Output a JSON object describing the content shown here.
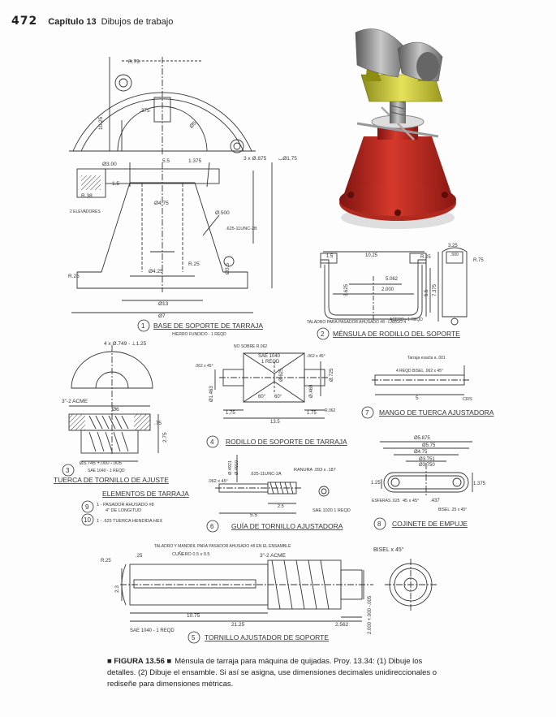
{
  "header": {
    "page_number": "472",
    "chapter": "Capítulo 13",
    "chapter_title": "Dibujos de trabajo"
  },
  "part1": {
    "dims": [
      "R.75",
      ".375",
      "10.25",
      "Ø5",
      "Ø3.00",
      "5.5",
      "1.375",
      "3 x Ø.875",
      "⌴Ø1.75",
      "1.5",
      "R.38",
      "2 ELEVADORES",
      "Ø4.75",
      "Ø.500",
      ".625-11UNC-2B",
      "Ø3.5",
      "Ø4.25",
      "R.25",
      "R.25",
      "Ø13",
      "Ø7"
    ],
    "label": "BASE DE SOPORTE DE TARRAJA",
    "sublabel": "HIERRO FUNDIDO - 1 REQD",
    "number": "1"
  },
  "part2": {
    "dims": [
      "1.5",
      "10.25",
      "R.25",
      "3.25",
      ".500",
      "R.75",
      "5.062",
      "2.000",
      "3.625",
      "5.5",
      "7.375"
    ],
    "notes": [
      "TALADRO PARA PASADOR AHUSADO #8 - LARGO 4",
      "ACERO - 1 REQD"
    ],
    "label": "MÉNSULA DE RODILLO DEL SOPORTE",
    "number": "2"
  },
  "part3": {
    "dims": [
      "4 x Ø.749 - ⊥1.25",
      "3\"-2 ACME",
      "Ø6",
      ".75",
      "2.75",
      "Ø3.745 +.000 -.005"
    ],
    "sublabel": "SAE 1040 - 1 REQD",
    "label": "TUERCA DE TORNILLO DE AJUSTE",
    "number": "3"
  },
  "part4": {
    "dims": [
      "NO SOBRE R.062",
      "SAE 1040",
      "1 REQD",
      ".062 x 45°",
      ".062 x 45°",
      "Ø.725",
      "Ø1.463",
      "Ø.625",
      "Ø.469",
      "60°",
      "60°",
      "1.75",
      "1.75",
      "13.5",
      "R.062"
    ],
    "label": "RODILLO DE SOPORTE DE TARRAJA",
    "number": "4"
  },
  "part5": {
    "dims": [
      "TALADRO Y MANDRIL PARA PASADOR AHUSADO #8 EN EL ENSAMBLE",
      "CUÑERO 0.5 x 0.5",
      "R.25",
      ".25",
      "3\"-2 ACME",
      "BISEL x 45°",
      "2.3",
      "10.75",
      "21.25",
      "2.562",
      "2.000 +.000 -.005"
    ],
    "sublabel": "SAE 1040 - 1 REQD",
    "label": "TORNILLO AJUSTADOR DE SOPORTE",
    "number": "5"
  },
  "part6": {
    "dims": [
      "Ø.4921",
      "Ø.4910",
      ".625-11UNC-2A",
      "RANURA .093 x .187",
      ".062 x 45°",
      "2.5",
      "5.5"
    ],
    "sublabel": "SAE 1020 1 REQD",
    "label": "GUÍA DE TORNILLO AJUSTADORA",
    "number": "6"
  },
  "part7": {
    "dims": [
      "Tarraja exacta a .001",
      "4 REQD BISEL .062 x 45°",
      "5",
      "CRS"
    ],
    "label": "MANGO DE TUERCA AJUSTADORA",
    "number": "7"
  },
  "part8": {
    "dims": [
      "Ø5.875",
      "Ø5.75",
      "Ø4.75",
      "Ø3.751",
      "Ø3.750",
      "1.25",
      "1.375",
      "ESFERAS .625",
      "45 x 45°",
      ".437",
      "BISEL .25 x 45°"
    ],
    "label": "COJINETE DE EMPUJE",
    "number": "8"
  },
  "elements": {
    "title": "ELEMENTOS DE TARRAJA",
    "items": [
      {
        "number": "9",
        "text": "1 - PASADOR AHUSADO #8",
        "text2": "4\" DE LONGITUD"
      },
      {
        "number": "10",
        "text": "1 - .625 TUERCA HENDIDA HEX",
        "text2": ""
      }
    ]
  },
  "caption": {
    "bold": "■ FIGURA 13.56 ■",
    "text": "Ménsula de tarraja para máquina de quijadas. Proy. 13.34: (1) Dibuje los detalles. (2) Dibuje el ensamble. Si así se asigna, use dimensiones decimales unidireccionales o rediseñe para dimensiones métricas."
  }
}
